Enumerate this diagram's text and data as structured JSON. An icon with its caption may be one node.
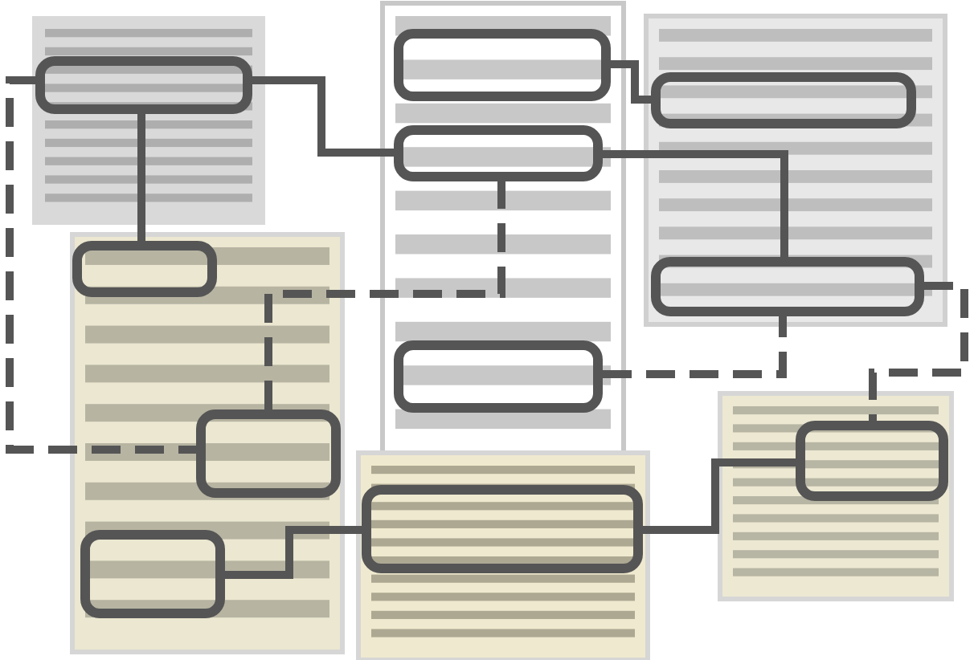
{
  "diagram": {
    "nodes": [
      {
        "text": [],
        "shape": "box"
      },
      {
        "text": [],
        "shape": "box"
      },
      {
        "text": [],
        "shape": "box"
      },
      {
        "text": [],
        "shape": "box"
      },
      {
        "text": [],
        "shape": "box"
      },
      {
        "text": [],
        "shape": "box"
      },
      {
        "text": [],
        "shape": "box"
      },
      {
        "text": [],
        "shape": "box"
      },
      {
        "text": [],
        "shape": "box"
      },
      {
        "text": [],
        "shape": "box"
      },
      {
        "text": [],
        "shape": "box"
      }
    ],
    "edges": [
      {
        "from": 0,
        "to": 5,
        "arrow": "none"
      },
      {
        "from": 0,
        "to": 2,
        "arrow": "none"
      },
      {
        "from": 1,
        "to": 3,
        "arrow": "none"
      },
      {
        "from": 2,
        "to": 4,
        "arrow": "none"
      },
      {
        "from": 6,
        "to": 2,
        "arrow": "none",
        "style": "dashed"
      },
      {
        "from": 7,
        "to": 4,
        "arrow": "none",
        "style": "dashed"
      },
      {
        "from": 4,
        "to": 10,
        "arrow": "none",
        "style": "dashed"
      },
      {
        "from": 10,
        "to": 8,
        "arrow": "none"
      },
      {
        "from": 8,
        "to": 9,
        "arrow": "none"
      },
      {
        "from": 0,
        "to": 6,
        "arrow": "none",
        "style": "dashed"
      }
    ]
  }
}
